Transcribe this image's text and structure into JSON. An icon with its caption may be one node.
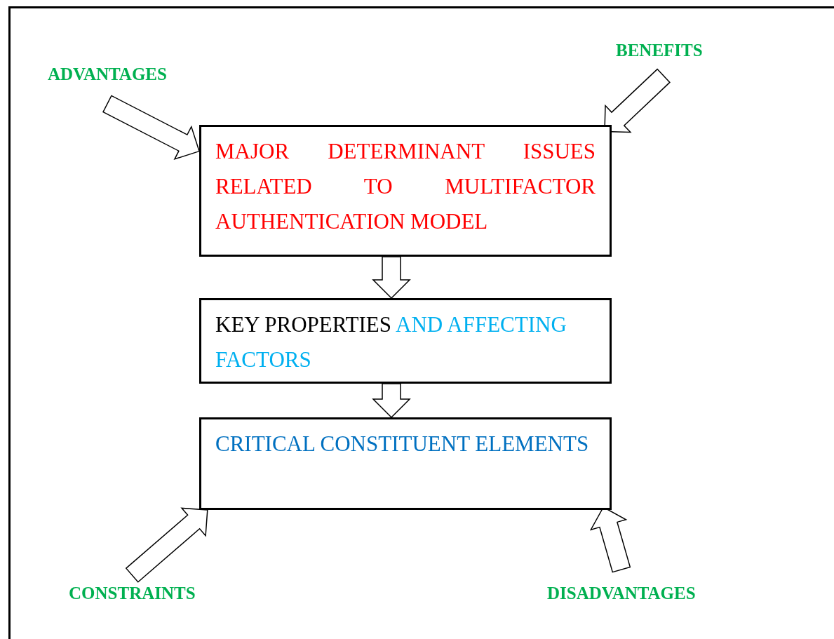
{
  "diagram": {
    "nodes": [
      {
        "text": [
          "ADVANTAGES"
        ]
      },
      {
        "text": [
          "BENEFITS"
        ]
      },
      {
        "text": [
          "MAJOR DETERMINANT ISSUES RELATED TO MULTIFACTOR AUTHENTICATION MODEL"
        ]
      },
      {
        "text": [
          "KEY PROPERTIES",
          "AND AFFECTING FACTORS"
        ]
      },
      {
        "text": [
          "CRITICAL CONSTITUENT ELEMENTS"
        ]
      },
      {
        "text": [
          "CONSTRAINTS"
        ]
      },
      {
        "text": [
          "DISADVANTAGES"
        ]
      }
    ],
    "edges": [
      {
        "from": 0,
        "to": 2,
        "arrow": "to"
      },
      {
        "from": 1,
        "to": 2,
        "arrow": "to"
      },
      {
        "from": 2,
        "to": 3,
        "arrow": "to"
      },
      {
        "from": 3,
        "to": 4,
        "arrow": "to"
      },
      {
        "from": 5,
        "to": 4,
        "arrow": "to"
      },
      {
        "from": 6,
        "to": 4,
        "arrow": "to"
      }
    ]
  }
}
